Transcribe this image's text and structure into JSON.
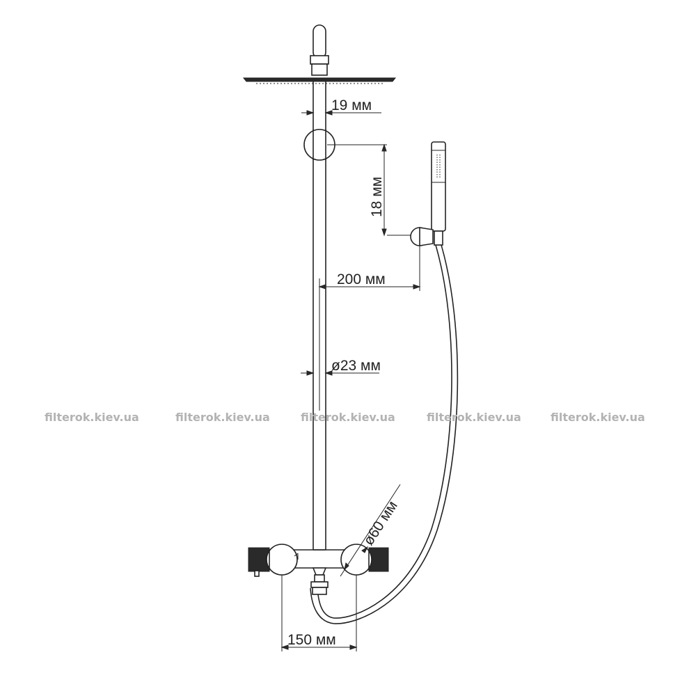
{
  "dimensions": {
    "head_gap": "19 мм",
    "holder_height": "18 мм",
    "holder_offset": "200 мм",
    "pipe_diameter": "ø23 мм",
    "knob_diameter": "ø60 мм",
    "inlet_spacing": "150 мм"
  },
  "watermark": {
    "text": "filterok.kiev.ua"
  }
}
